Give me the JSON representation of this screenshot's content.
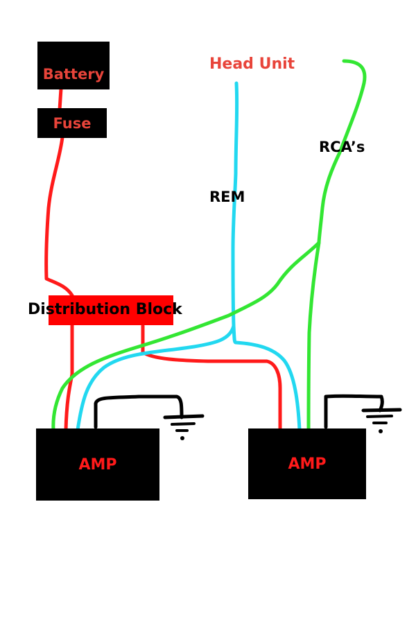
{
  "colors": {
    "power": "#ff1a1a",
    "remote": "#22d8f0",
    "signal": "#33e633",
    "ground": "#000000",
    "box": "#000000",
    "block": "#ff0000",
    "label_red": "#e8443a",
    "label_black": "#000000"
  },
  "components": {
    "battery": {
      "label": "Battery"
    },
    "fuse": {
      "label": "Fuse"
    },
    "distribution_block": {
      "label": "Distribution Block"
    },
    "amp_left": {
      "label": "AMP"
    },
    "amp_right": {
      "label": "AMP"
    }
  },
  "labels": {
    "head_unit": "Head Unit",
    "rem": "REM",
    "rcas": "RCA’s"
  },
  "icons": {
    "ground_left": "ground-symbol-icon",
    "ground_right": "ground-symbol-icon"
  }
}
